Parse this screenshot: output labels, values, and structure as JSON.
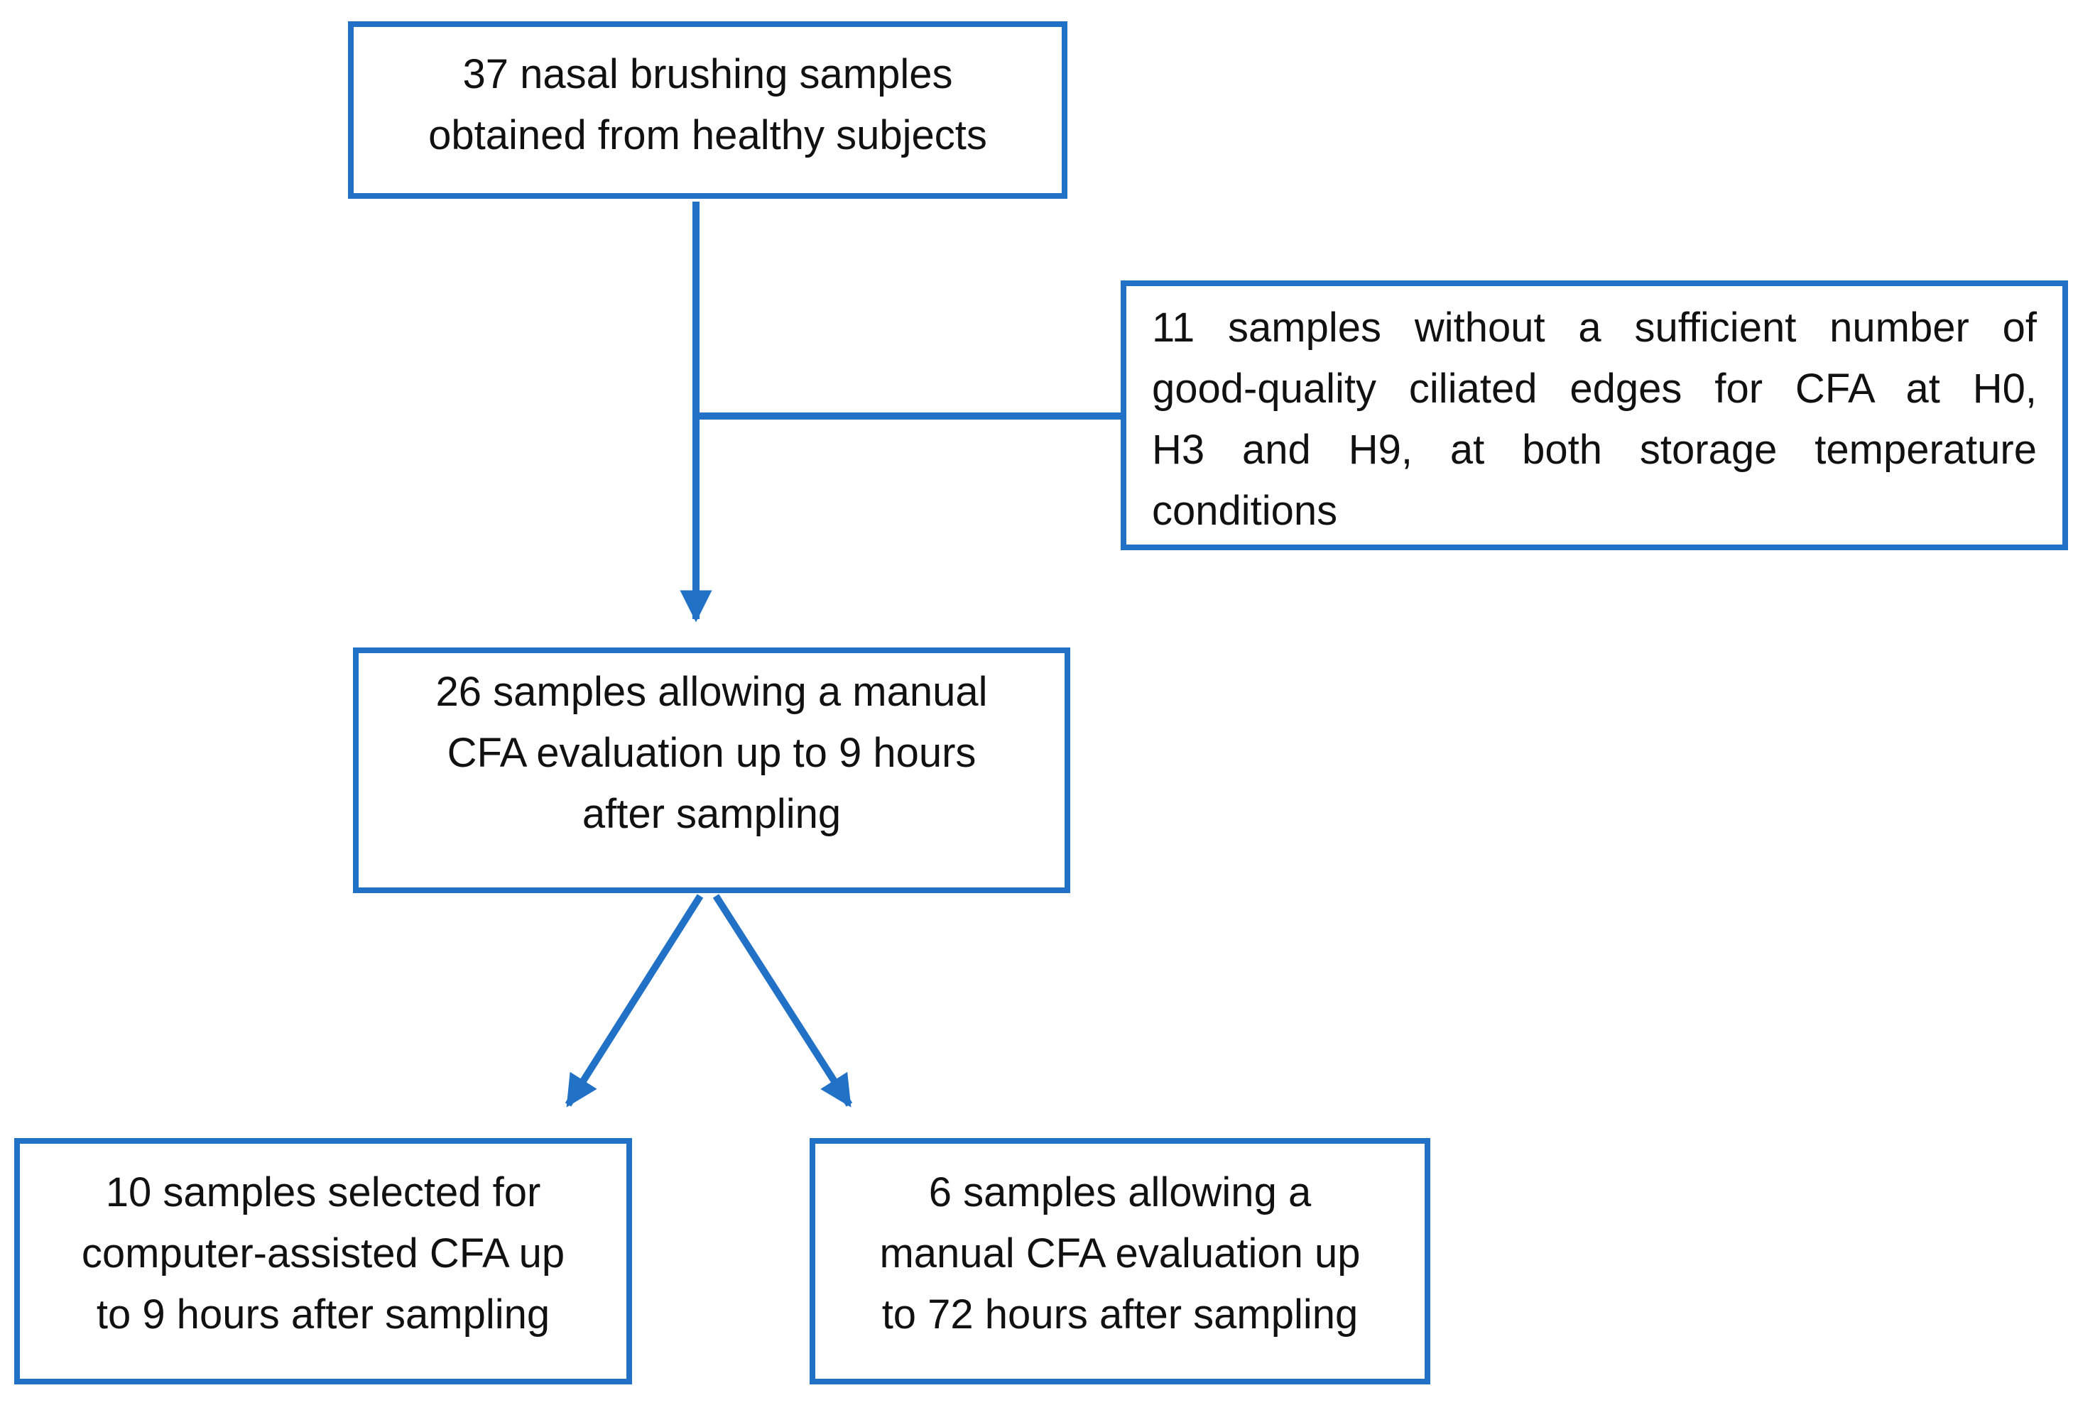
{
  "diagram": {
    "type": "flowchart",
    "accent_color": "#2171c7",
    "text_color": "#111111",
    "background_color": "#ffffff",
    "boxes": {
      "source": {
        "lines": [
          "37 nasal brushing samples",
          "obtained from healthy subjects"
        ]
      },
      "excluded": {
        "lines": [
          "11 samples without a sufficient number of",
          "good-quality ciliated edges for CFA at H0,",
          "H3 and H9, at both storage temperature",
          "conditions"
        ]
      },
      "manual_cfa_9h": {
        "lines": [
          "26 samples allowing a manual",
          "CFA evaluation up to 9 hours",
          "after sampling"
        ]
      },
      "computer_assisted_cfa_9h": {
        "lines": [
          "10 samples selected for",
          "computer-assisted CFA up",
          "to 9 hours after sampling"
        ]
      },
      "manual_cfa_72h": {
        "lines": [
          "6 samples allowing a",
          "manual CFA evaluation up",
          "to 72 hours after sampling"
        ]
      }
    },
    "connections": [
      {
        "from": "source",
        "to": "manual_cfa_9h",
        "style": "arrow"
      },
      {
        "from": "source",
        "to": "excluded",
        "style": "branch-line"
      },
      {
        "from": "manual_cfa_9h",
        "to": "computer_assisted_cfa_9h",
        "style": "arrow"
      },
      {
        "from": "manual_cfa_9h",
        "to": "manual_cfa_72h",
        "style": "arrow"
      }
    ]
  }
}
